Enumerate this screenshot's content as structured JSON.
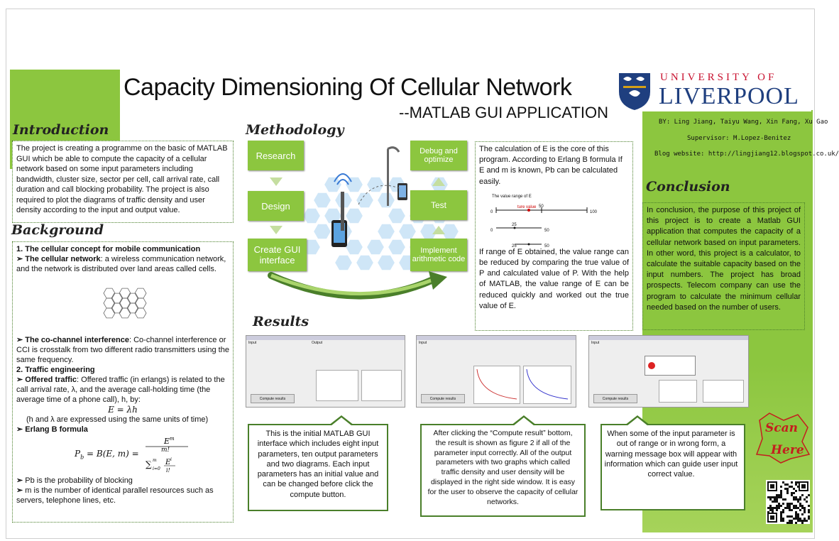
{
  "title": "Capacity Dimensioning Of Cellular Network",
  "subtitle": "--MATLAB GUI APPLICATION",
  "university": {
    "top": "UNIVERSITY OF",
    "main": "LIVERPOOL"
  },
  "authors": "BY:  Ling Jiang,  Taiyu  Wang,   Xin Fang,  Xu Gao",
  "supervisor": "Supervisor:   M.Lopez-Benitez",
  "blog": "Blog  website: http://lingjiang12.blogspot.co.uk/",
  "headings": {
    "introduction": "Introduction",
    "background": "Background",
    "methodology": "Methodology",
    "results": "Results",
    "conclusion": "Conclusion"
  },
  "introduction_text": "The project is creating  a programme on the basic of MATLAB GUI which be able to compute the capacity of a cellular network based on some input parameters including bandwidth, cluster size,  sector  per cell,  call  arrival rate,  call  duration and call blocking probability.  The project is also required to plot the diagrams of traffic density and user density according to the input and output value.",
  "background": {
    "item1": "1. The cellular concept for mobile communication",
    "cellular_network_label": "The cellular network",
    "cellular_network_text": ": a wireless communication network, and the network is distributed  over land areas called cells.",
    "cochannel_label": "The co-channel interference",
    "cochannel_text": ": Co-channel interference or CCI is crosstalk from two different radio transmitters using the same frequency.",
    "item2": "2. Traffic engineering",
    "offered_label": "Offered traffic",
    "offered_text": ": Offered traffic (in erlangs) is related to the call arrival rate,  λ,  and the average call-holding time (the average time  of a phone call),  h, by:",
    "formula1": "E = λh",
    "units_note": "(h and λ are expressed using the same units of time)",
    "erlang_label": "Erlang B formula",
    "formula2_left": "P",
    "formula2_sub": "b",
    "formula2_mid": " = B(E, m) =",
    "pb_note": "Pb is the probability of blocking",
    "m_note": "m  is  the  number  of  identical  parallel  resources  such  as servers, telephone lines, etc."
  },
  "methodology": {
    "research": "Research",
    "design": "Design",
    "create_gui": "Create GUI interface",
    "debug": "Debug and optimize",
    "test": "Test",
    "implement": "Implement arithmetic code"
  },
  "erlang_panel": {
    "text1": "The calculation  of  E is the core of this program. According to Erlang B formula If E and m is known, Pb can be calculated easily.",
    "chart_title": "The value range of E",
    "true_value_label": "ture value",
    "tick_0": "0",
    "tick_50": "50",
    "tick_100": "100",
    "tick_25": "25",
    "text2": "If range of E obtained, the value range can be reduced by comparing the true value of P and calculated value of P. With the help of MATLAB, the value range of E can be reduced quickly and worked out the true value of E."
  },
  "conclusion_text": "In conclusion, the purpose of this project of this  project is to create a Matlab GUI application that computes the capacity of a cellular network based on input parameters. In other word, this project is a calculator, to calculate the suitable capacity based on the input numbers. The project has broad prospects. Telecom company can use the program to calculate the  minimum  cellular  needed  based on the number of users.",
  "screens": {
    "input_label": "Input",
    "output_label": "Output",
    "compute_label": "Compute results"
  },
  "callouts": {
    "c1": "This is the initial  MATLAB GUI interface  which includes eight input parameters, ten output parameters and two diagrams.  Each input parameters has an initial  value and can be changed before click the compute button.",
    "c2": "After clicking  the “Compute result” bottom, the result is shown as figure 2 if all of the parameter input correctly. All of the output parameters with two graphs which called traffic density and user density will be displayed in the right side window. It is easy for the user to observe the capacity of cellular networks.",
    "c3": "When some of the input parameter is out of range or in wrong form, a warning message box will appear with information which can guide user input correct value."
  },
  "scan": {
    "line1": "Scan",
    "line2": "Here"
  },
  "colors": {
    "accent": "#8cc63f",
    "border": "#4a7f2a",
    "liverpool_red": "#c8102e",
    "liverpool_blue": "#1f3f7f"
  }
}
